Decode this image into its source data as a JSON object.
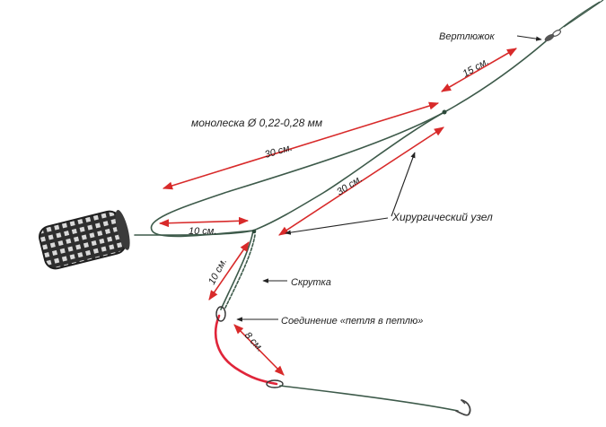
{
  "labels": {
    "swivel": "Вертлюжок",
    "mono": "монолеска Ø 0,22-0,28 мм",
    "knot": "Хирургический узел",
    "twist": "Скрутка",
    "loop": "Соединение «петля в петлю»"
  },
  "measurements": {
    "m15": "15 см.",
    "m30a": "30 см.",
    "m30b": "30 см.",
    "m10a": "10 см.",
    "m10b": "10 см.",
    "m8": "8 см."
  },
  "colors": {
    "line": "#3d5a4a",
    "leader": "#e0253a",
    "arrow": "#d82a2a",
    "feeder": "#2e2e2e"
  },
  "icons": [
    "feeder-icon",
    "swivel-icon",
    "hook-icon"
  ]
}
